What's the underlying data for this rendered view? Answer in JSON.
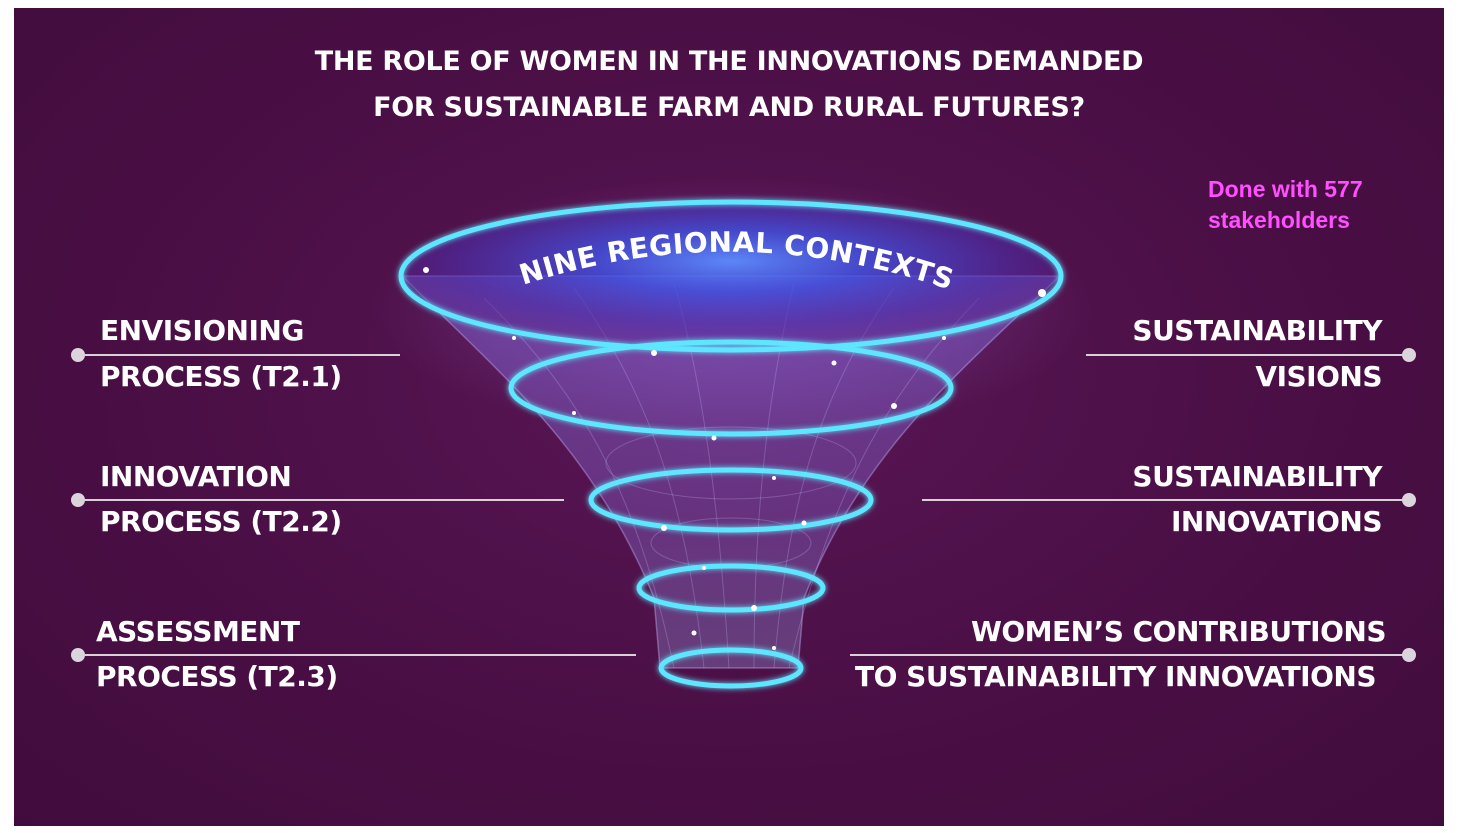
{
  "title": {
    "line1": "THE ROLE OF WOMEN IN THE INNOVATIONS DEMANDED",
    "line2": "FOR SUSTAINABLE FARM AND RURAL FUTURES?"
  },
  "note": {
    "line1": "Done with 577",
    "line2": "stakeholders",
    "color": "#ff4fff"
  },
  "funnel": {
    "label": "NINE REGIONAL CONTEXTS",
    "glow_color": "#5fe6ff"
  },
  "left_labels": [
    {
      "line1": "ENVISIONING",
      "line2": "PROCESS (T2.1)"
    },
    {
      "line1": "INNOVATION",
      "line2": "PROCESS (T2.2)"
    },
    {
      "line1": "ASSESSMENT",
      "line2": "PROCESS (T2.3)"
    }
  ],
  "right_labels": [
    {
      "line1": "SUSTAINABILITY",
      "line2": "VISIONS"
    },
    {
      "line1": "SUSTAINABILITY",
      "line2": "INNOVATIONS"
    },
    {
      "line1": "WOMEN’S CONTRIBUTIONS",
      "line2": "TO SUSTAINABILITY INNOVATIONS"
    }
  ],
  "colors": {
    "background": "#4a0f45",
    "text": "#ffffff",
    "connector": "#d9d0d8"
  }
}
